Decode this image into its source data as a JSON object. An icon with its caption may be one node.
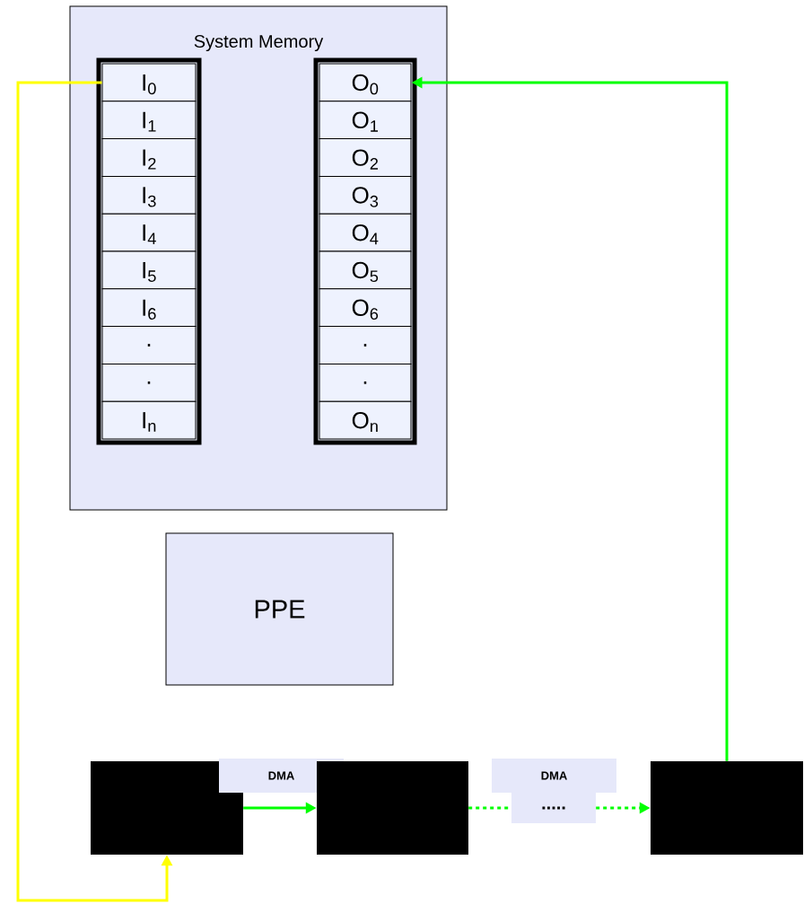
{
  "diagram": {
    "nodes": [
      {
        "text": [
          "System Memory"
        ]
      },
      {
        "text": [],
        "shape": "box",
        "in": 0
      },
      {
        "text": [
          "I$_{0}$"
        ],
        "in": 1
      },
      {
        "text": [
          "I$_{1}$"
        ],
        "in": 1
      },
      {
        "text": [
          "I$_{2}$"
        ],
        "in": 1
      },
      {
        "text": [
          "I$_{3}$"
        ],
        "in": 1
      },
      {
        "text": [
          "I$_{4}$"
        ],
        "in": 1
      },
      {
        "text": [
          "I$_{5}$"
        ],
        "in": 1
      },
      {
        "text": [
          "I$_{6}$"
        ],
        "in": 1
      },
      {
        "text": [
          "."
        ],
        "in": 1
      },
      {
        "text": [
          "."
        ],
        "in": 1
      },
      {
        "text": [
          "I$_{n}$"
        ],
        "in": 1
      },
      {
        "text": [],
        "shape": "box",
        "in": 0
      },
      {
        "text": [
          "O$_{0}$"
        ],
        "in": 12
      },
      {
        "text": [
          "O$_{1}$"
        ],
        "in": 12
      },
      {
        "text": [
          "O$_{2}$"
        ],
        "in": 12
      },
      {
        "text": [
          "O$_{3}$"
        ],
        "in": 12
      },
      {
        "text": [
          "O$_{4}$"
        ],
        "in": 12
      },
      {
        "text": [
          "O$_{5}$"
        ],
        "in": 12
      },
      {
        "text": [
          "O$_{6}$"
        ],
        "in": 12
      },
      {
        "text": [
          "."
        ],
        "in": 12
      },
      {
        "text": [
          "."
        ],
        "in": 12
      },
      {
        "text": [
          "O$_{n}$"
        ],
        "in": 12
      },
      {
        "text": [
          "PPE"
        ]
      },
      {
        "text": [],
        "shape": "box"
      },
      {
        "text": [
          "DMA"
        ]
      },
      {
        "text": [],
        "shape": "box"
      },
      {
        "text": [
          "DMA"
        ]
      },
      {
        "text": [
          "....."
        ]
      },
      {
        "text": [],
        "shape": "box"
      }
    ],
    "edges": [
      {
        "from": 2,
        "to": 24,
        "arrow": "to",
        "color": "#ffff00"
      },
      {
        "from": 24,
        "to": 26,
        "arrow": "to"
      },
      {
        "from": 26,
        "to": 28,
        "arrow": "none",
        "style": "dashed"
      },
      {
        "from": 28,
        "to": 29,
        "arrow": "to",
        "style": "dashed"
      },
      {
        "from": 29,
        "to": 13,
        "arrow": "to"
      }
    ]
  }
}
